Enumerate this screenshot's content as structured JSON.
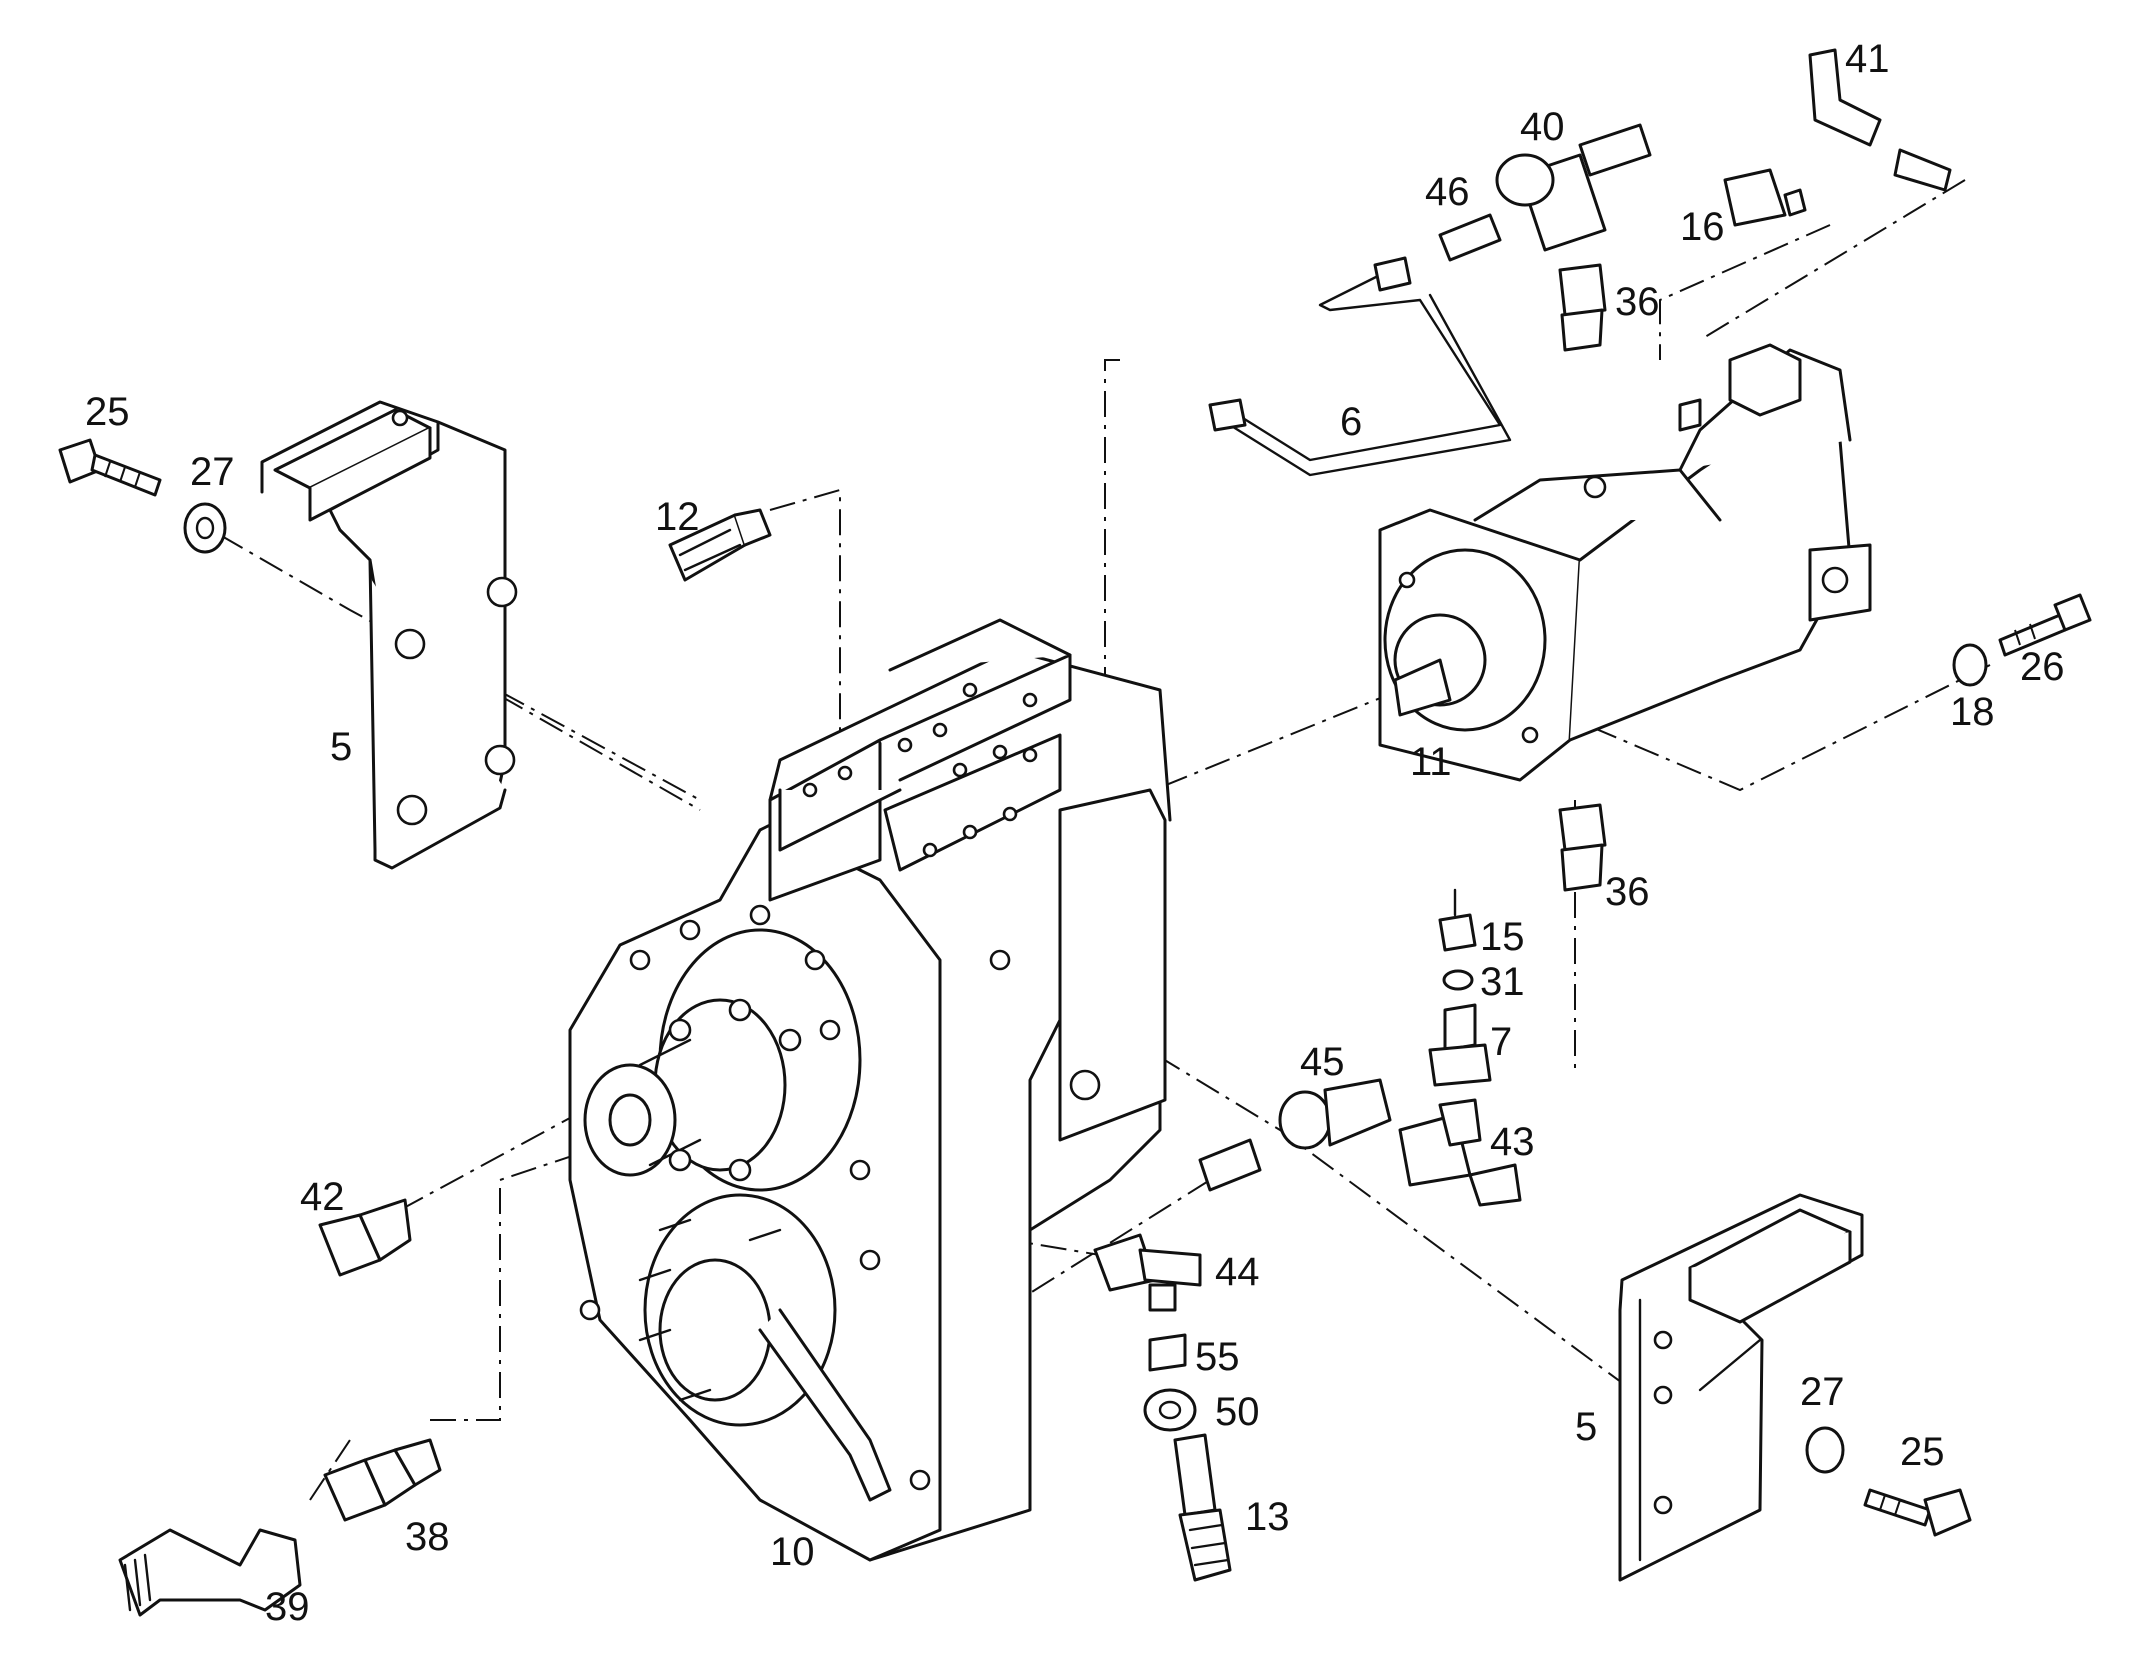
{
  "callouts": {
    "c5a": "5",
    "c5b": "5",
    "c6": "6",
    "c7": "7",
    "c10": "10",
    "c11": "11",
    "c12": "12",
    "c13": "13",
    "c15": "15",
    "c16": "16",
    "c18": "18",
    "c25a": "25",
    "c25b": "25",
    "c26": "26",
    "c27a": "27",
    "c27b": "27",
    "c31": "31",
    "c36a": "36",
    "c36b": "36",
    "c38": "38",
    "c39": "39",
    "c40": "40",
    "c41": "41",
    "c42": "42",
    "c43": "43",
    "c44": "44",
    "c45": "45",
    "c46": "46",
    "c50": "50",
    "c55": "55"
  },
  "colors": {
    "ink": "#111111",
    "paper": "#ffffff"
  }
}
